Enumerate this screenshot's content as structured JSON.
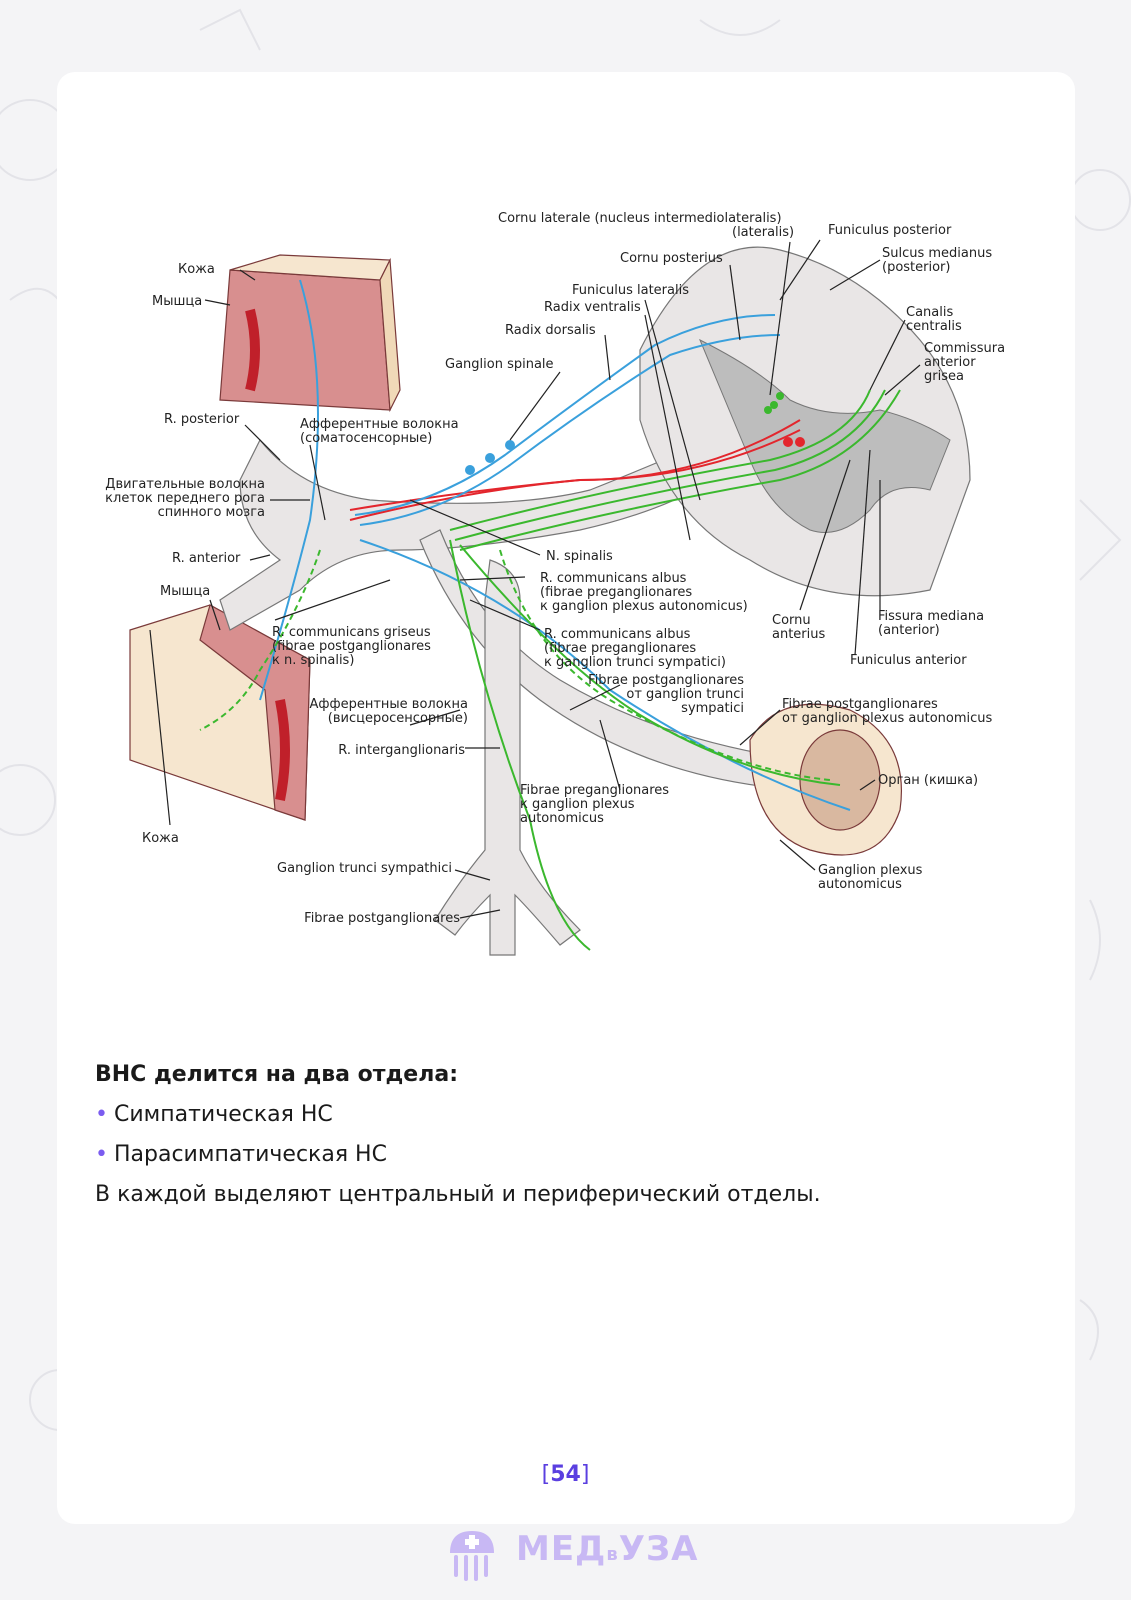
{
  "figure": {
    "labels": {
      "cornu_laterale": "Cornu laterale (nucleus intermediolateralis)",
      "cornu_laterale_2": "(lateralis)",
      "funiculus_posterior": "Funiculus posterior",
      "sulcus_medianus": "Sulcus medianus",
      "sulcus_medianus_2": "(posterior)",
      "cornu_posterius": "Cornu posterius",
      "funiculus_lateralis": "Funiculus lateralis",
      "radix_ventralis": "Radix ventralis",
      "radix_dorsalis": "Radix dorsalis",
      "canalis_centralis": "Canalis",
      "canalis_centralis_2": "centralis",
      "commissura": "Commissura",
      "commissura_2": "anterior",
      "commissura_3": "grisea",
      "ganglion_spinale": "Ganglion spinale",
      "kozha_top": "Кожа",
      "myshtsa_top": "Мышца",
      "r_posterior": "R. posterior",
      "afferent_somato": "Афферентные волокна",
      "afferent_somato_2": "(соматосенсорные)",
      "motor_fibers": "Двигательные волокна",
      "motor_fibers_2": "клеток переднего рога",
      "motor_fibers_3": "спинного мозга",
      "r_anterior": "R. anterior",
      "n_spinalis": "N. spinalis",
      "r_comm_albus_1": "R. communicans albus",
      "r_comm_albus_1b": "(fibrae preganglionares",
      "r_comm_albus_1c": "к ganglion plexus autonomicus)",
      "myshtsa_bottom": "Мышца",
      "r_comm_griseus": "R. communicans griseus",
      "r_comm_griseus_2": "(fibrae postganglionares",
      "r_comm_griseus_3": "к n. spinalis)",
      "r_comm_albus_2": "R. communicans albus",
      "r_comm_albus_2b": "(fibrae preganglionares",
      "r_comm_albus_2c": "к ganglion trunci sympatici)",
      "cornu_anterius": "Cornu",
      "cornu_anterius_2": "anterius",
      "fissura_mediana": "Fissura mediana",
      "fissura_mediana_2": "(anterior)",
      "funiculus_anterior": "Funiculus anterior",
      "fibrae_post_trunci": "Fibrae postganglionares",
      "fibrae_post_trunci_2": "от ganglion trunci",
      "fibrae_post_trunci_3": "sympatici",
      "afferent_visc": "Афферентные волокна",
      "afferent_visc_2": "(висцеросенсорные)",
      "fibrae_post_plexus": "Fibrae postganglionares",
      "fibrae_post_plexus_2": "от ganglion plexus autonomicus",
      "r_interganglionaris": "R. interganglionaris",
      "organ": "Орган (кишка)",
      "fibrae_pre_plexus": "Fibrae preganglionares",
      "fibrae_pre_plexus_2": "к ganglion plexus",
      "fibrae_pre_plexus_3": "autonomicus",
      "kozha_bottom": "Кожа",
      "ganglion_plexus": "Ganglion plexus",
      "ganglion_plexus_2": "autonomicus",
      "ganglion_trunci": "Ganglion trunci sympathici",
      "fibrae_postganglionares": "Fibrae postganglionares"
    },
    "colors": {
      "motor": "#e3262d",
      "sensory": "#3aa0dc",
      "autonomic": "#3bb82e",
      "tissue": "#e9e6e6",
      "muscle": "#d88f8f",
      "skin": "#f6e6cf"
    }
  },
  "content": {
    "heading": "ВНС делится на два отдела:",
    "bullets": [
      "Симпатическая НС",
      "Парасимпатическая НС"
    ],
    "bullet_symbol": "•",
    "paragraph": "В каждой выделяют центральный и периферический отделы."
  },
  "page": {
    "bracket_open": "[",
    "number": "54",
    "bracket_close": "]"
  },
  "brand": {
    "name": "МЕД",
    "mid": "в",
    "end": "УЗА",
    "color": "#c8b8f4"
  }
}
